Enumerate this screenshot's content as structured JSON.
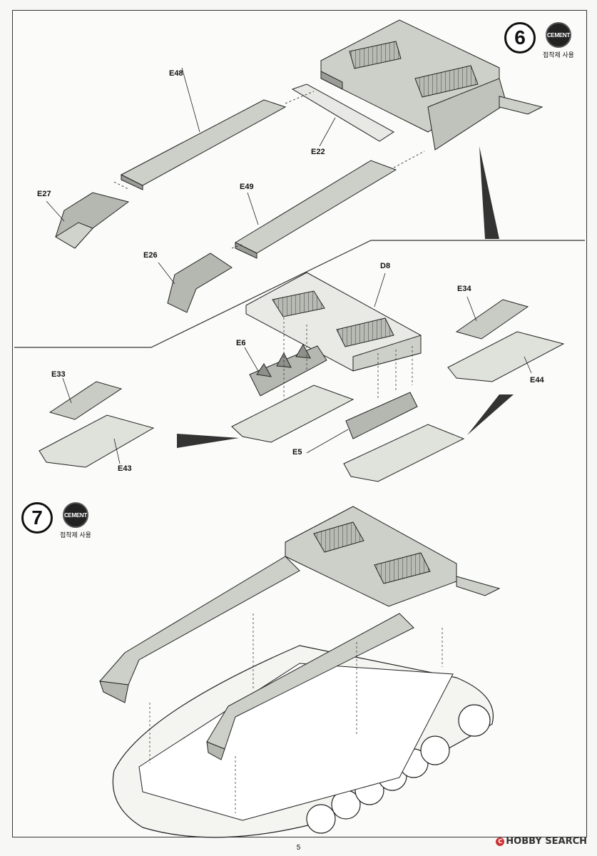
{
  "steps": [
    {
      "number": "6",
      "cement_label": "CEMENT",
      "cement_caption": "접착제 사용"
    },
    {
      "number": "7",
      "cement_label": "CEMENT",
      "cement_caption": "접착제 사용"
    }
  ],
  "parts": {
    "e48": "E48",
    "e22": "E22",
    "e27": "E27",
    "e49": "E49",
    "e26": "E26",
    "d8": "D8",
    "e6": "E6",
    "e5": "E5",
    "e33": "E33",
    "e43": "E43",
    "e34": "E34",
    "e44": "E44"
  },
  "page_number": "5",
  "watermark": "HOBBY SEARCH",
  "colors": {
    "part_fill": "#c9ccc4",
    "part_dark": "#8d918a",
    "line": "#222222",
    "track": "#ffffff"
  }
}
